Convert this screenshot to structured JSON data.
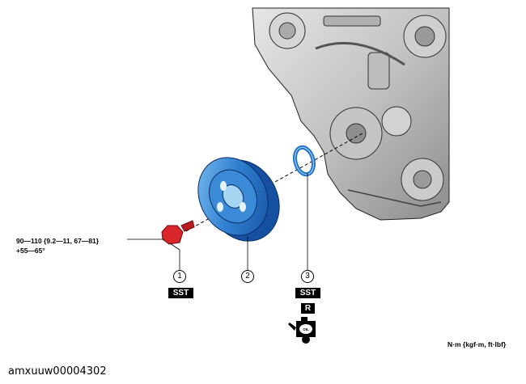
{
  "torque_spec": {
    "line1": "90—110 {9.2—11, 67—81}",
    "line2": "+55—65°"
  },
  "callouts": [
    "1",
    "2",
    "3"
  ],
  "badges": {
    "sst": "SST",
    "r": "R"
  },
  "oil_can_label": "OIL",
  "unit_label": "N·m {kgf·m, ft·lbf}",
  "figure_id": "amxuuw00004302",
  "colors": {
    "part_blue": "#2f7fd0",
    "bolt_red": "#d8262b",
    "engine_gray": "#c9c9c9"
  }
}
